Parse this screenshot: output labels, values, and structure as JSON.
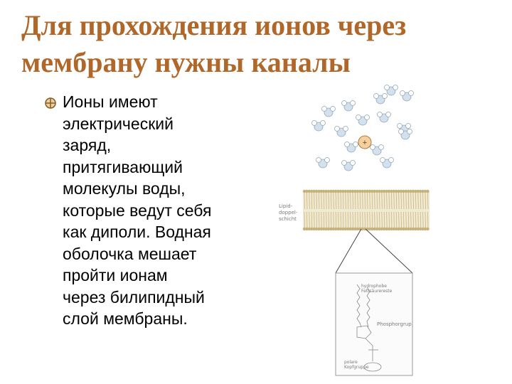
{
  "slide": {
    "title_lines": [
      "Для прохождения ионов через",
      "мембрану нужны каналы"
    ],
    "bullet_lines": [
      "Ионы имеют",
      "электрический",
      "заряд,",
      "притягивающий",
      "молекулы воды,",
      "которые ведут себя",
      "как диполи. Водная",
      "оболочка мешает",
      "пройти ионам",
      "через билипидный",
      "слой  мембраны."
    ],
    "title_color": "#b0672a",
    "bullet_icon": "circle-cross-bullet-icon"
  },
  "figure": {
    "ion_sign": "+",
    "label_bilayer": [
      "Lipid-",
      "doppel-",
      "schicht"
    ],
    "label_hydrophobic": [
      "hydrophobe",
      "Fettsäurereste"
    ],
    "label_phosphate": "Phosphorgrup.",
    "label_head": [
      "polare",
      "Kopfgruppe"
    ]
  }
}
